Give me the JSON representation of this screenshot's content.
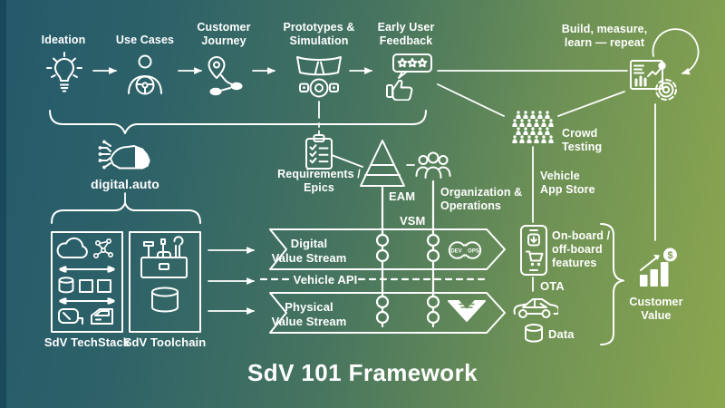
{
  "title": "SdV 101 Framework",
  "top_flow": {
    "steps": [
      {
        "label": "Ideation",
        "icon": "lightbulb-icon"
      },
      {
        "label": "Use Cases",
        "icon": "driver-persona-icon"
      },
      {
        "label": "Customer\nJourney",
        "icon": "journey-map-icon"
      },
      {
        "label": "Prototypes &\nSimulation",
        "icon": "simulator-icon"
      },
      {
        "label": "Early User\nFeedback",
        "icon": "feedback-icon"
      }
    ],
    "loop_label": "Build, measure,\nlearn — repeat"
  },
  "platform": {
    "digital_auto": "digital.auto",
    "techstack": "SdV TechStack",
    "toolchain": "SdV Toolchain"
  },
  "backlog": {
    "requirements": "Requirements /\nEpics"
  },
  "governance": {
    "eam": "EAM",
    "vsm": "VSM",
    "org": "Organization &\nOperations"
  },
  "testing": {
    "crowd": "Crowd\nTesting",
    "app_store": "Vehicle\nApp Store"
  },
  "streams": {
    "digital": "Digital\nValue Stream",
    "physical": "Physical\nValue Stream",
    "api": "Vehicle API",
    "devops_dev": "DEV",
    "devops_ops": "OPS"
  },
  "delivery": {
    "onboard": "On-board /\noff-board\nfeatures",
    "ota": "OTA",
    "data": "Data"
  },
  "outcome": {
    "customer_value": "Customer\nValue",
    "currency_symbol": "$"
  },
  "colors": {
    "background_left": "#24596b",
    "background_right": "#8ba74e",
    "foreground": "#ffffff"
  }
}
